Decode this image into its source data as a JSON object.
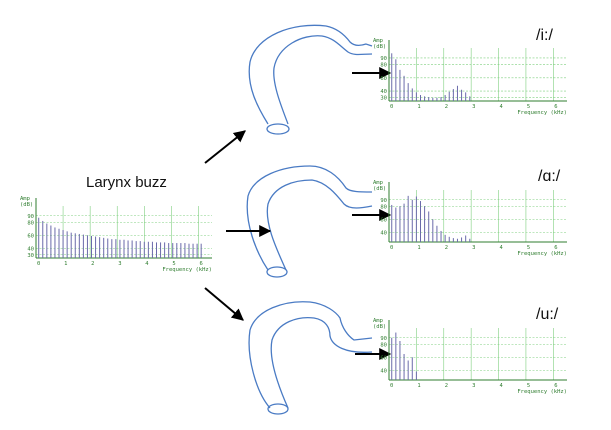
{
  "title": "Larynx buzz",
  "vowel_labels": [
    "/i:/",
    "/ɑ:/",
    "/u:/"
  ],
  "colors": {
    "tract": "#4a7bc4",
    "arrow": "#000000",
    "axis": "#2f7d2f",
    "grid": "#7fcf7f",
    "bars": "#6a6aaa"
  },
  "chart_data": [
    {
      "type": "bar",
      "id": "larynx",
      "ylabel": "Amp (dB)",
      "xlabel": "Frequency (kHz)",
      "ylim": [
        25,
        105
      ],
      "xlim": [
        0,
        6.5
      ],
      "yticks": [
        30,
        40,
        60,
        80,
        90
      ],
      "xticks": [
        0,
        1,
        2,
        3,
        4,
        5,
        6
      ],
      "x": [
        0.1,
        0.25,
        0.4,
        0.55,
        0.7,
        0.85,
        1.0,
        1.15,
        1.3,
        1.45,
        1.6,
        1.75,
        1.9,
        2.05,
        2.2,
        2.35,
        2.5,
        2.65,
        2.8,
        2.95,
        3.1,
        3.25,
        3.4,
        3.55,
        3.7,
        3.85,
        4.0,
        4.15,
        4.3,
        4.45,
        4.6,
        4.75,
        4.9,
        5.05,
        5.2,
        5.35,
        5.5,
        5.65,
        5.8,
        5.95,
        6.1
      ],
      "values": [
        87,
        82,
        78,
        75,
        72,
        70,
        68,
        66,
        64,
        63,
        62,
        61,
        60,
        59,
        58,
        57,
        56,
        55,
        54,
        54,
        53,
        53,
        52,
        52,
        51,
        51,
        50,
        50,
        50,
        49,
        49,
        49,
        48,
        48,
        48,
        48,
        48,
        47,
        47,
        47,
        47
      ]
    },
    {
      "type": "bar",
      "id": "vowel-i",
      "ylabel": "Amp (dB)",
      "xlabel": "Frequency (kHz)",
      "ylim": [
        25,
        105
      ],
      "xlim": [
        0,
        6.5
      ],
      "yticks": [
        30,
        40,
        60,
        80,
        90
      ],
      "xticks": [
        0,
        1,
        2,
        3,
        4,
        5,
        6
      ],
      "x": [
        0.1,
        0.25,
        0.4,
        0.55,
        0.7,
        0.85,
        1.0,
        1.15,
        1.3,
        1.45,
        1.6,
        1.75,
        1.9,
        2.05,
        2.2,
        2.35,
        2.5,
        2.65,
        2.8,
        2.95
      ],
      "values": [
        97,
        88,
        72,
        63,
        52,
        44,
        38,
        34,
        32,
        31,
        30,
        30,
        31,
        34,
        39,
        43,
        48,
        42,
        38,
        32
      ]
    },
    {
      "type": "bar",
      "id": "vowel-a",
      "ylabel": "Amp (dB)",
      "xlabel": "Frequency (kHz)",
      "ylim": [
        25,
        105
      ],
      "xlim": [
        0,
        6.5
      ],
      "yticks": [
        40,
        60,
        80,
        90
      ],
      "xticks": [
        0,
        1,
        2,
        3,
        4,
        5,
        6
      ],
      "x": [
        0.1,
        0.25,
        0.4,
        0.55,
        0.7,
        0.85,
        1.0,
        1.15,
        1.3,
        1.45,
        1.6,
        1.75,
        1.9,
        2.05,
        2.2,
        2.35,
        2.5,
        2.65,
        2.8,
        2.95
      ],
      "values": [
        82,
        78,
        80,
        84,
        96,
        90,
        95,
        88,
        80,
        72,
        60,
        50,
        42,
        36,
        33,
        31,
        30,
        32,
        35,
        30
      ]
    },
    {
      "type": "bar",
      "id": "vowel-u",
      "ylabel": "Amp (dB)",
      "xlabel": "Frequency (kHz)",
      "ylim": [
        25,
        105
      ],
      "xlim": [
        0,
        6.5
      ],
      "yticks": [
        40,
        60,
        80,
        90
      ],
      "xticks": [
        0,
        1,
        2,
        3,
        4,
        5,
        6
      ],
      "x": [
        0.1,
        0.25,
        0.4,
        0.55,
        0.7,
        0.85,
        1.0
      ],
      "values": [
        90,
        98,
        85,
        65,
        55,
        60,
        38
      ]
    }
  ]
}
